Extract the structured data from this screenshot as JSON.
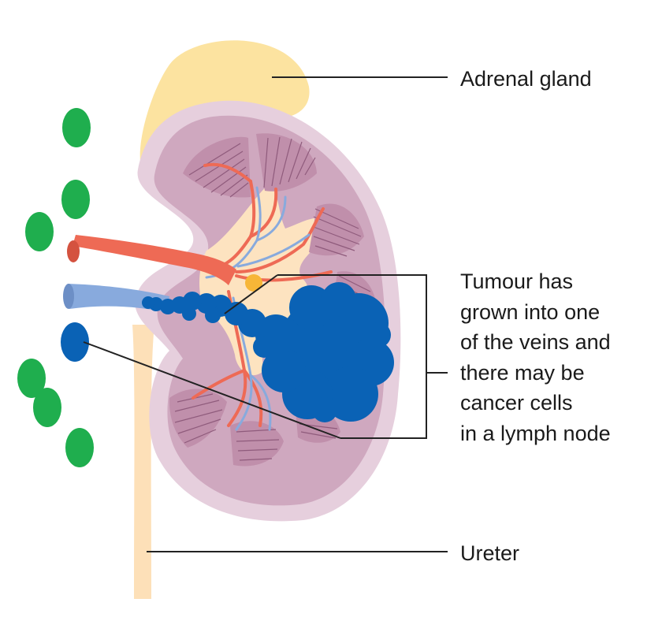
{
  "labels": {
    "adrenal_gland": "Adrenal gland",
    "tumour_lines": [
      "Tumour has",
      "grown into one",
      "of the veins and",
      "there may be",
      "cancer cells",
      "in a lymph node"
    ],
    "ureter": "Ureter"
  },
  "colors": {
    "adrenal": "#fce3a0",
    "kidney_capsule": "#e6cfdd",
    "kidney_cortex": "#cfa8bf",
    "medulla": "#b9859f",
    "pelvis": "#fde3c0",
    "artery": "#ee6a55",
    "vein": "#88aadd",
    "tumour": "#0a62b5",
    "lymph_node_healthy": "#1fae4e",
    "leader_line": "#222222"
  }
}
